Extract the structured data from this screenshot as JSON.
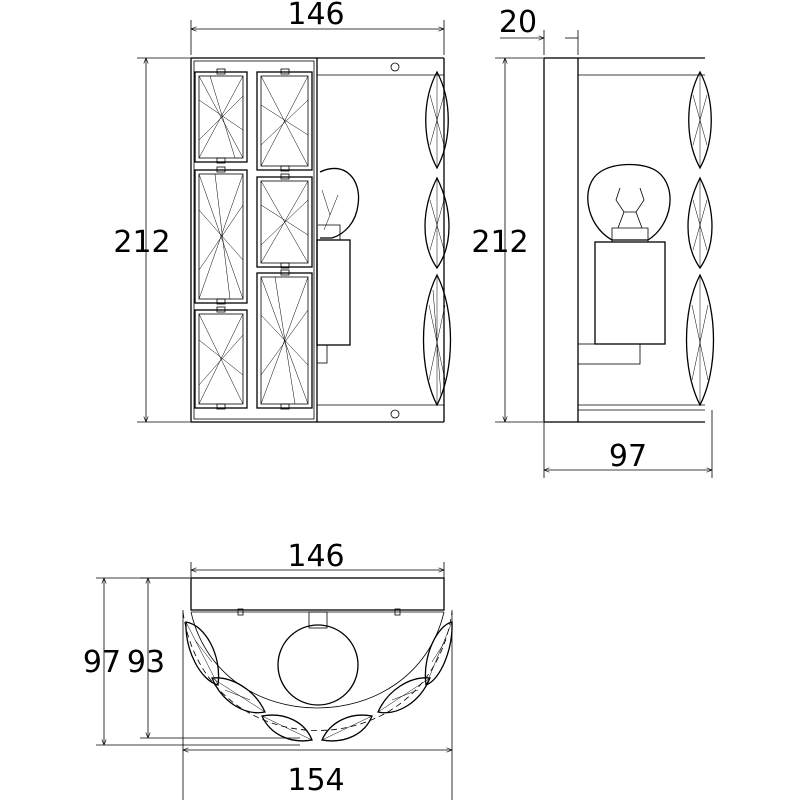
{
  "front_view": {
    "width_label": "146",
    "height_label": "212"
  },
  "side_view": {
    "backplate_label": "20",
    "height_label": "212",
    "depth_label": "97"
  },
  "top_view": {
    "width_label": "146",
    "bottom_width_label": "154",
    "outer_depth_label": "97",
    "inner_depth_label": "93"
  }
}
